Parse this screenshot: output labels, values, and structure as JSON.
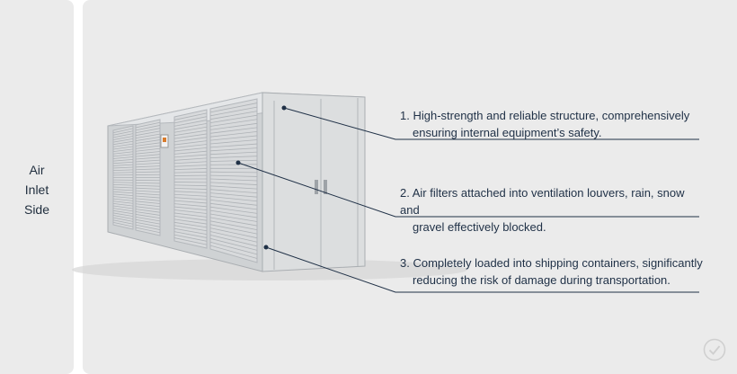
{
  "side_tab": {
    "lines": [
      "Air",
      "Inlet",
      "Side"
    ]
  },
  "callouts": [
    {
      "line1": "1. High-strength and reliable structure, comprehensively",
      "line2": "ensuring internal equipment’s safety."
    },
    {
      "line1": "2. Air filters attached into ventilation louvers, rain, snow and",
      "line2": "gravel effectively blocked."
    },
    {
      "line1": "3. Completely loaded into shipping containers, significantly",
      "line2": "reducing the risk of damage during transportation."
    }
  ],
  "icons": {
    "status": "check-circle-icon"
  },
  "colors": {
    "panel": "#ebebeb",
    "line": "#1f3046",
    "text": "#1f3046"
  }
}
